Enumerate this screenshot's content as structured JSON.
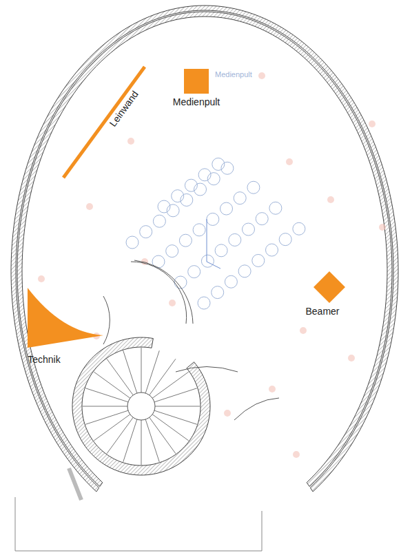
{
  "diagram": {
    "nodes": [
      {
        "text": [
          "Medienpult"
        ]
      },
      {
        "text": [
          "Leinwand"
        ]
      },
      {
        "text": [
          "Beamer"
        ]
      },
      {
        "text": [
          "Technik"
        ]
      }
    ],
    "labels": [
      "Medienpult"
    ]
  }
}
